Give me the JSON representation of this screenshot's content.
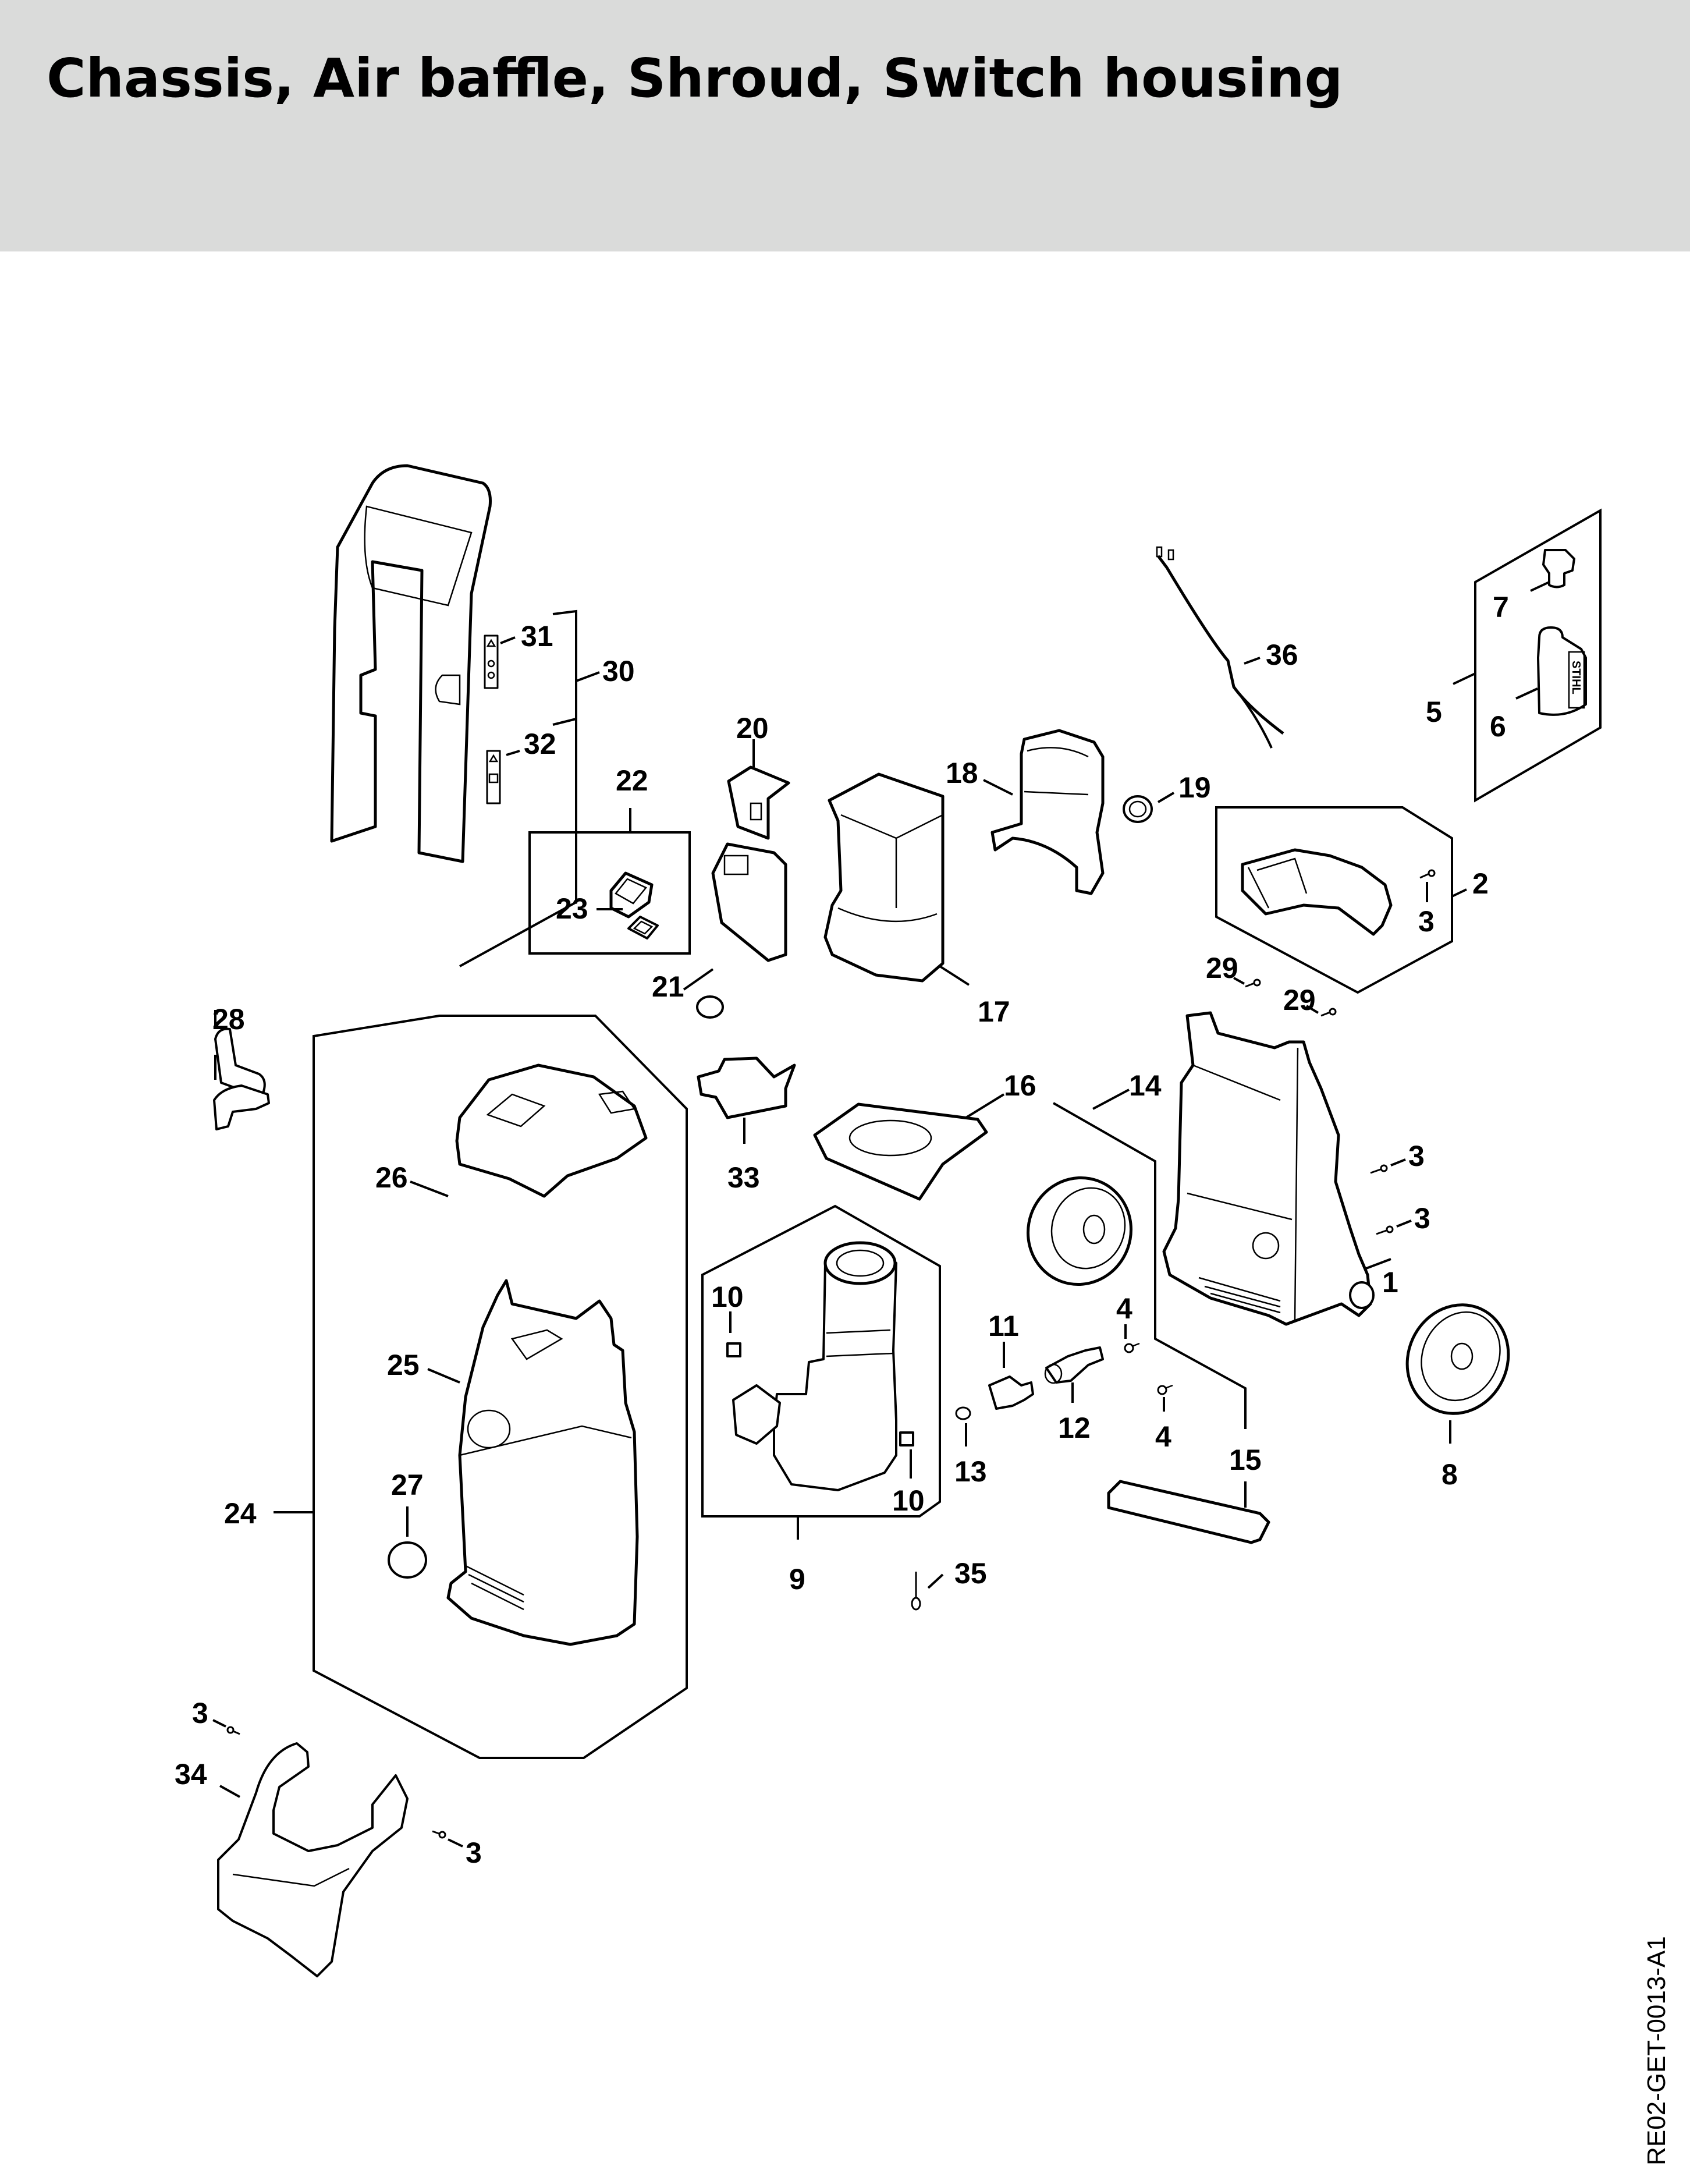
{
  "header": {
    "title": "Chassis, Air baffle, Shroud, Switch housing",
    "background_color": "#dadbda"
  },
  "document_code": "RE02-GET-0013-A1",
  "bottle_logo": "STIHL",
  "callouts": {
    "c1": "1",
    "c2": "2",
    "c3a": "3",
    "c3b": "3",
    "c3c": "3",
    "c3d": "3",
    "c3e": "3",
    "c4a": "4",
    "c4b": "4",
    "c5": "5",
    "c6": "6",
    "c7": "7",
    "c8": "8",
    "c9": "9",
    "c10a": "10",
    "c10b": "10",
    "c11": "11",
    "c12": "12",
    "c13": "13",
    "c14": "14",
    "c15": "15",
    "c16": "16",
    "c17": "17",
    "c18": "18",
    "c19": "19",
    "c20": "20",
    "c21": "21",
    "c22": "22",
    "c23": "23",
    "c24": "24",
    "c25": "25",
    "c26": "26",
    "c27": "27",
    "c28": "28",
    "c29a": "29",
    "c29b": "29",
    "c30": "30",
    "c31": "31",
    "c32": "32",
    "c33": "33",
    "c34": "34",
    "c35": "35",
    "c36": "36"
  }
}
